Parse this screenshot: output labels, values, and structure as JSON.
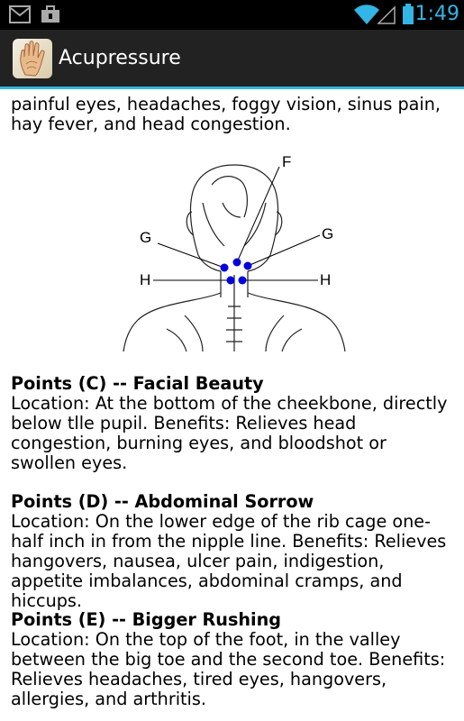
{
  "status_bar": {
    "time": "1:49",
    "left_icons": [
      "gmail-icon",
      "briefcase-icon"
    ],
    "right_icons": [
      "wifi-icon",
      "signal-icon",
      "battery-icon"
    ],
    "accent_color": "#33b5e5"
  },
  "action_bar": {
    "title": "Acupressure",
    "icon": "palm-hand-icon"
  },
  "content": {
    "partial_line": "",
    "intro": "painful eyes, headaches, foggy vision, sinus pain, hay fever, and head congestion.",
    "figure": {
      "labels": {
        "f": "F",
        "g_left": "G",
        "g_right": "G",
        "h_left": "H",
        "h_right": "H"
      }
    },
    "sections": [
      {
        "heading": "Points (C)  -- Facial Beauty",
        "body": "Location: At the bottom of the cheekbone, directly below tlle pupil. Benefits: Relieves head congestion, burning eyes, and bloodshot or swollen eyes."
      },
      {
        "heading": "Points (D) -- Abdominal Sorrow",
        "body": "Location: On the lower edge of the rib cage one-half inch in from the nipple line. Benefits: Relieves hangovers, nausea, ulcer pain, indigestion, appetite imbalances, abdominal cramps, and hiccups."
      },
      {
        "heading": "Points (E) -- Bigger Rushing",
        "body": "Location: On the top of the foot, in the valley between the big toe and the second toe. Benefits: Relieves headaches, tired eyes, hangovers, allergies, and arthritis."
      }
    ]
  }
}
